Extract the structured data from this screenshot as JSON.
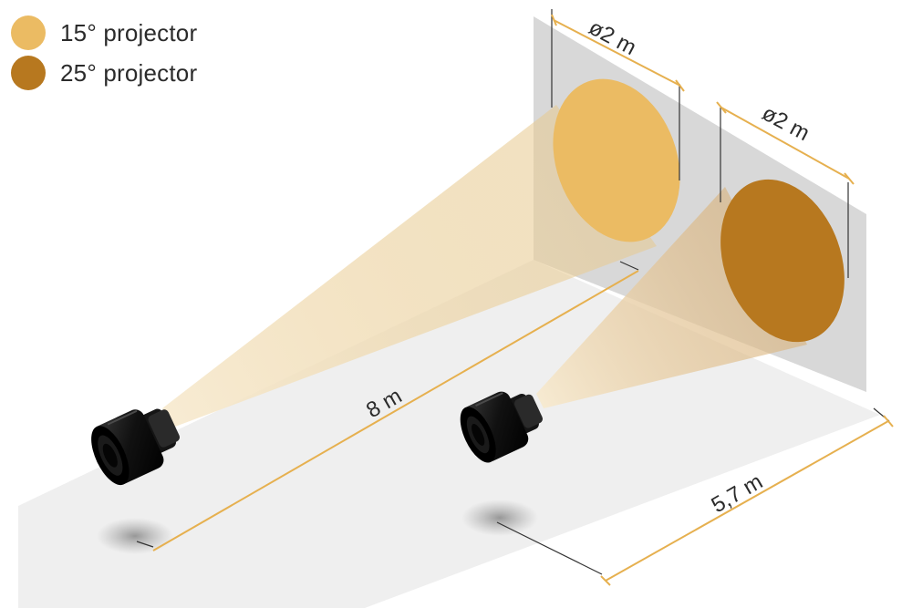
{
  "legend": [
    {
      "label": "15° projector",
      "color": "#ebbb63"
    },
    {
      "label": "25° projector",
      "color": "#b7781f"
    }
  ],
  "dimensions": {
    "diameter_15": "ø2 m",
    "diameter_25": "ø2 m",
    "distance_15": "8 m",
    "distance_25": "5,7 m"
  },
  "colors": {
    "floor": "#efefef",
    "wall": "#dcdcdc",
    "dimension_line": "#e6b04f",
    "projector_body": "#161616",
    "beam": "#f3dfb6"
  },
  "icons": [
    "projector-15-icon",
    "projector-25-icon"
  ]
}
